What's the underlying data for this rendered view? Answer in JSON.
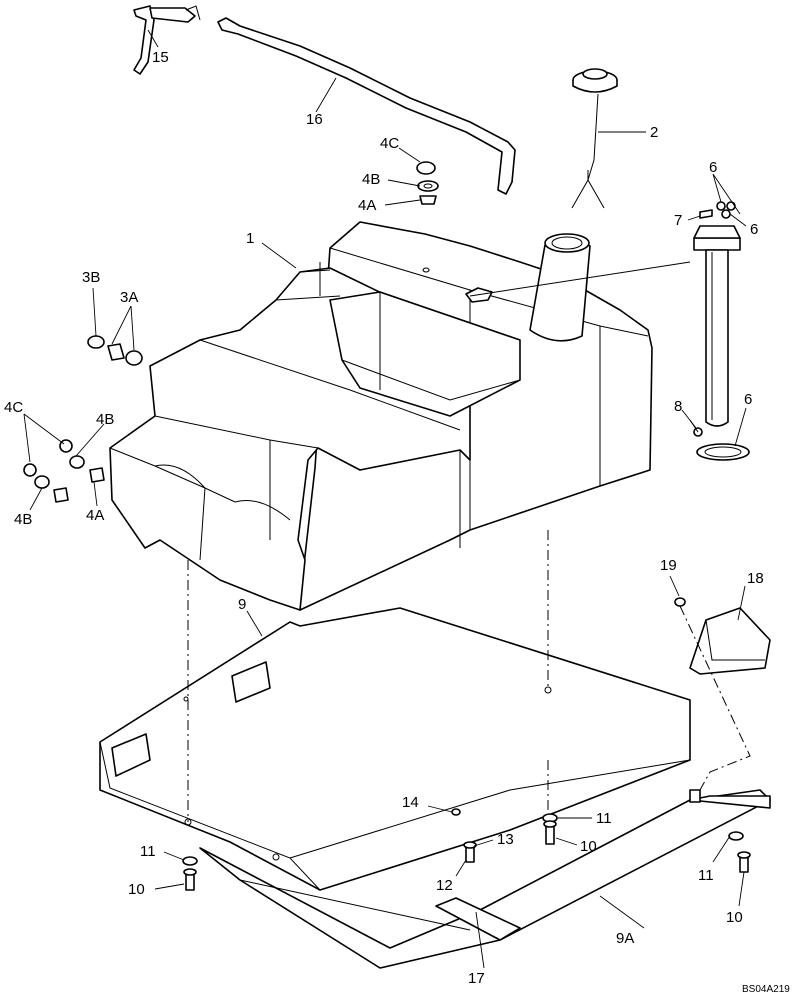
{
  "labels": {
    "p1": "1",
    "p2": "2",
    "p3A": "3A",
    "p3B": "3B",
    "p4A_top": "4A",
    "p4B_top": "4B",
    "p4C_top": "4C",
    "p4A_left": "4A",
    "p4B_left_a": "4B",
    "p4B_left_b": "4B",
    "p4C_left": "4C",
    "p6_a": "6",
    "p6_b": "6",
    "p6_c": "6",
    "p7": "7",
    "p8": "8",
    "p9": "9",
    "p9A": "9A",
    "p10_a": "10",
    "p10_b": "10",
    "p10_c": "10",
    "p11_a": "11",
    "p11_b": "11",
    "p11_c": "11",
    "p12": "12",
    "p13": "13",
    "p14": "14",
    "p15": "15",
    "p16": "16",
    "p17": "17",
    "p18": "18",
    "p19": "19"
  },
  "reference_code": "BS04A219"
}
